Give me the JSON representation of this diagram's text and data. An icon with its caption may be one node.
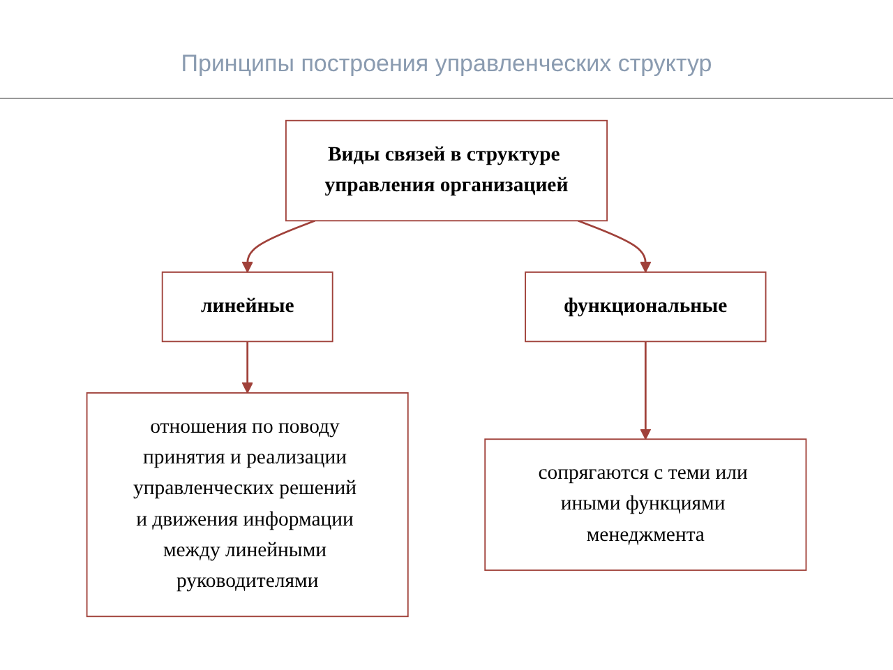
{
  "diagram": {
    "title": "Принципы построения управленческих структур",
    "nodes": [
      {
        "text": [
          "Виды связей в структуре управления организацией"
        ]
      },
      {
        "text": [
          "линейные"
        ]
      },
      {
        "text": [
          "функциональные"
        ]
      },
      {
        "text": [
          "отношения по поводу принятия и реализации управленческих решений и движения информации между линейными руководителями"
        ]
      },
      {
        "text": [
          "сопрягаются с теми или иными функциями менеджмента"
        ]
      }
    ],
    "edges": [
      {
        "from": 0,
        "to": 1,
        "arrow": "to"
      },
      {
        "from": 0,
        "to": 2,
        "arrow": "to"
      },
      {
        "from": 1,
        "to": 3,
        "arrow": "to"
      },
      {
        "from": 2,
        "to": 4,
        "arrow": "to"
      }
    ]
  }
}
